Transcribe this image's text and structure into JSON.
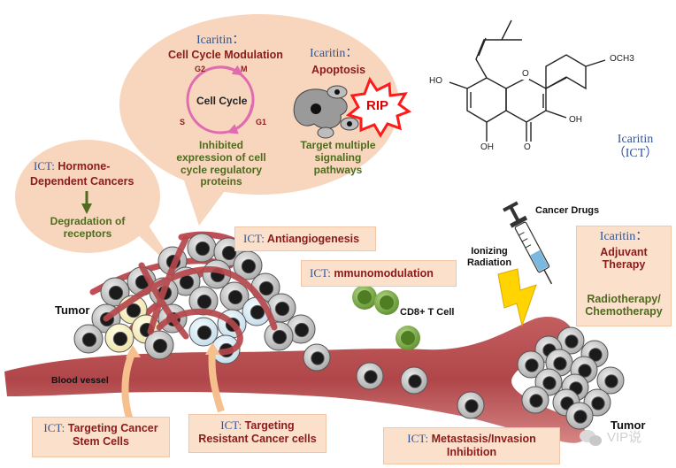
{
  "brand": {
    "color_bubble": "#f8d6bd",
    "color_vessel": "#b5484c",
    "color_cell_gray": "#c9c9c9",
    "color_nucleus": "#1b1b1b",
    "color_cd8": "#72a341",
    "color_blue_text": "#2f5597",
    "color_red_text": "#8b1a1a",
    "color_green_text": "#4e6b1e"
  },
  "bubble": {
    "cell_cycle": {
      "prefix": "Icaritin：",
      "title": "Cell Cycle Modulation",
      "center_label": "Cell Cycle",
      "phases": [
        "G2",
        "M",
        "G1",
        "S"
      ],
      "caption": [
        "Inhibited",
        "expression of cell",
        "cycle regulatory",
        "proteins"
      ]
    },
    "apoptosis": {
      "prefix": "Icaritin：",
      "title": "Apoptosis",
      "burst_label": "RIP",
      "caption": [
        "Target multiple",
        "signaling",
        "pathways"
      ]
    }
  },
  "left_bubble": {
    "prefix": "ICT:",
    "title_line1": "Hormone-",
    "title_line2": "Dependent Cancers",
    "result": [
      "Degradation of",
      "receptors"
    ]
  },
  "structure": {
    "labels": [
      "OCH3",
      "HO",
      "OH",
      "OH",
      "O",
      "O"
    ],
    "name": "Icaritin",
    "abbr": "（ICT）"
  },
  "adjuvant": {
    "prefix": "Icaritin：",
    "title": [
      "Adjuvant",
      "Therapy"
    ],
    "result": [
      "Radiotherapy/",
      "Chemotherapy"
    ],
    "cancer_drugs": "Cancer Drugs",
    "ionizing": [
      "Ionizing",
      "Radiation"
    ]
  },
  "labels": {
    "tumor_left": "Tumor",
    "tumor_right": "Tumor",
    "blood_vessel": "Blood vessel",
    "cd8": "CD8+ T Cell"
  },
  "boxes": {
    "antiangio": {
      "prefix": "ICT:",
      "text": "Antiangiogenesis"
    },
    "immuno": {
      "prefix": "ICT:",
      "text": "mmunomodulation"
    },
    "stem": {
      "prefix": "ICT:",
      "text": [
        "Targeting Cancer",
        "Stem Cells"
      ]
    },
    "resistant": {
      "prefix": "ICT:",
      "text": [
        "Targeting",
        "Resistant Cancer cells"
      ]
    },
    "metastasis": {
      "prefix": "ICT:",
      "text": [
        "Metastasis/Invasion",
        "Inhibition"
      ]
    }
  },
  "watermark": "VIP说"
}
